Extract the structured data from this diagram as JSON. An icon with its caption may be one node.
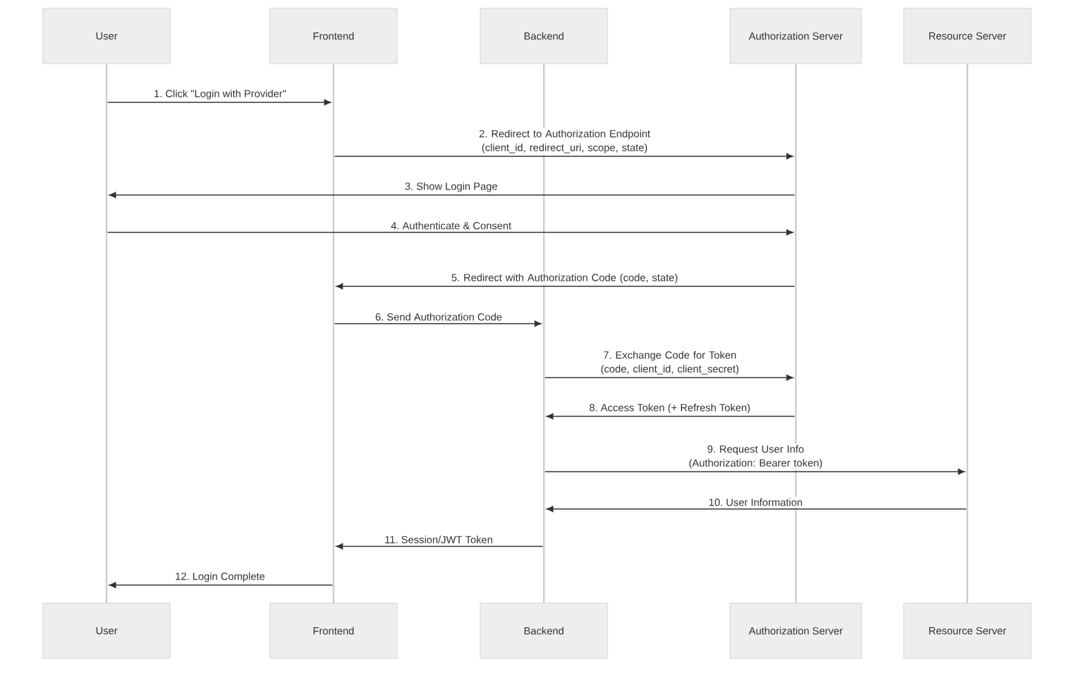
{
  "diagram": {
    "nodes": [
      {
        "text": [
          "User"
        ]
      },
      {
        "text": [
          "Frontend"
        ]
      },
      {
        "text": [
          "Backend"
        ]
      },
      {
        "text": [
          "Authorization Server"
        ]
      },
      {
        "text": [
          "Resource Server"
        ]
      },
      {
        "text": [],
        "shape": "line"
      },
      {
        "text": [],
        "shape": "line"
      },
      {
        "text": [],
        "shape": "line"
      },
      {
        "text": [],
        "shape": "line"
      },
      {
        "text": [],
        "shape": "line"
      },
      {
        "text": [
          "User"
        ]
      },
      {
        "text": [
          "Frontend"
        ]
      },
      {
        "text": [
          "Backend"
        ]
      },
      {
        "text": [
          "Authorization Server"
        ]
      },
      {
        "text": [
          "Resource Server"
        ]
      }
    ],
    "edges": [
      {
        "from": 5,
        "to": 6,
        "arrow": "to",
        "label": "1. Click \"Login with Provider\""
      },
      {
        "from": 6,
        "to": 8,
        "arrow": "to",
        "label": "2. Redirect to Authorization Endpoint (client_id, redirect_uri, scope, state)"
      },
      {
        "from": 8,
        "to": 5,
        "arrow": "to",
        "label": "3. Show Login Page"
      },
      {
        "from": 5,
        "to": 8,
        "arrow": "to",
        "label": "4. Authenticate & Consent"
      },
      {
        "from": 8,
        "to": 6,
        "arrow": "to",
        "label": "5. Redirect with Authorization Code (code, state)"
      },
      {
        "from": 6,
        "to": 7,
        "arrow": "to",
        "label": "6. Send Authorization Code"
      },
      {
        "from": 7,
        "to": 8,
        "arrow": "to",
        "label": "7. Exchange Code for Token (code, client_id, client_secret)"
      },
      {
        "from": 8,
        "to": 7,
        "arrow": "to",
        "label": "8. Access Token (+ Refresh Token)"
      },
      {
        "from": 7,
        "to": 9,
        "arrow": "to",
        "label": "9. Request User Info (Authorization: Bearer token)"
      },
      {
        "from": 9,
        "to": 7,
        "arrow": "to",
        "label": "10. User Information"
      },
      {
        "from": 7,
        "to": 6,
        "arrow": "to",
        "label": "11. Session/JWT Token"
      },
      {
        "from": 6,
        "to": 5,
        "arrow": "to",
        "label": "12. Login Complete"
      }
    ]
  }
}
